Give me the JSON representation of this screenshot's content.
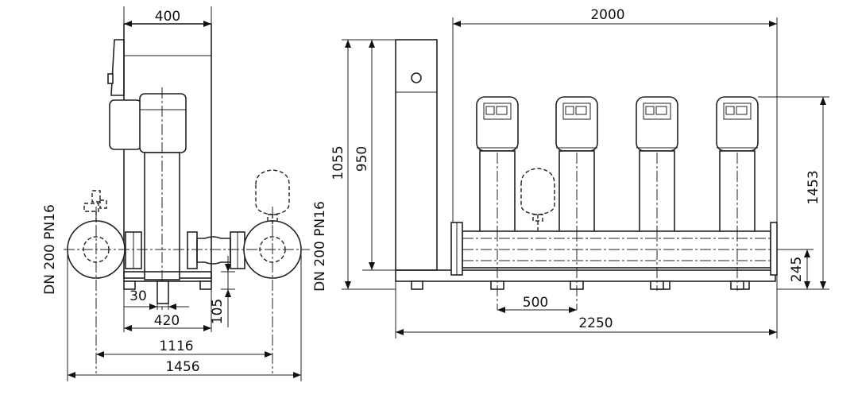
{
  "dimensions": {
    "side_width": "400",
    "side_base_offset": "30",
    "side_base_width": "420",
    "side_pipe_height": "105",
    "side_pipe_span": "1116",
    "side_overall_width": "1456",
    "side_connection": "DN 200 PN16",
    "front_height_overall": "1055",
    "front_height_pump": "950",
    "front_width_manifold": "2000",
    "front_pump_spacing": "500",
    "front_overall_width": "2250",
    "front_height_total": "1453",
    "front_manifold_height": "245",
    "front_connection": "DN 200 PN16"
  },
  "colors": {
    "line": "#222222",
    "background": "#ffffff"
  }
}
